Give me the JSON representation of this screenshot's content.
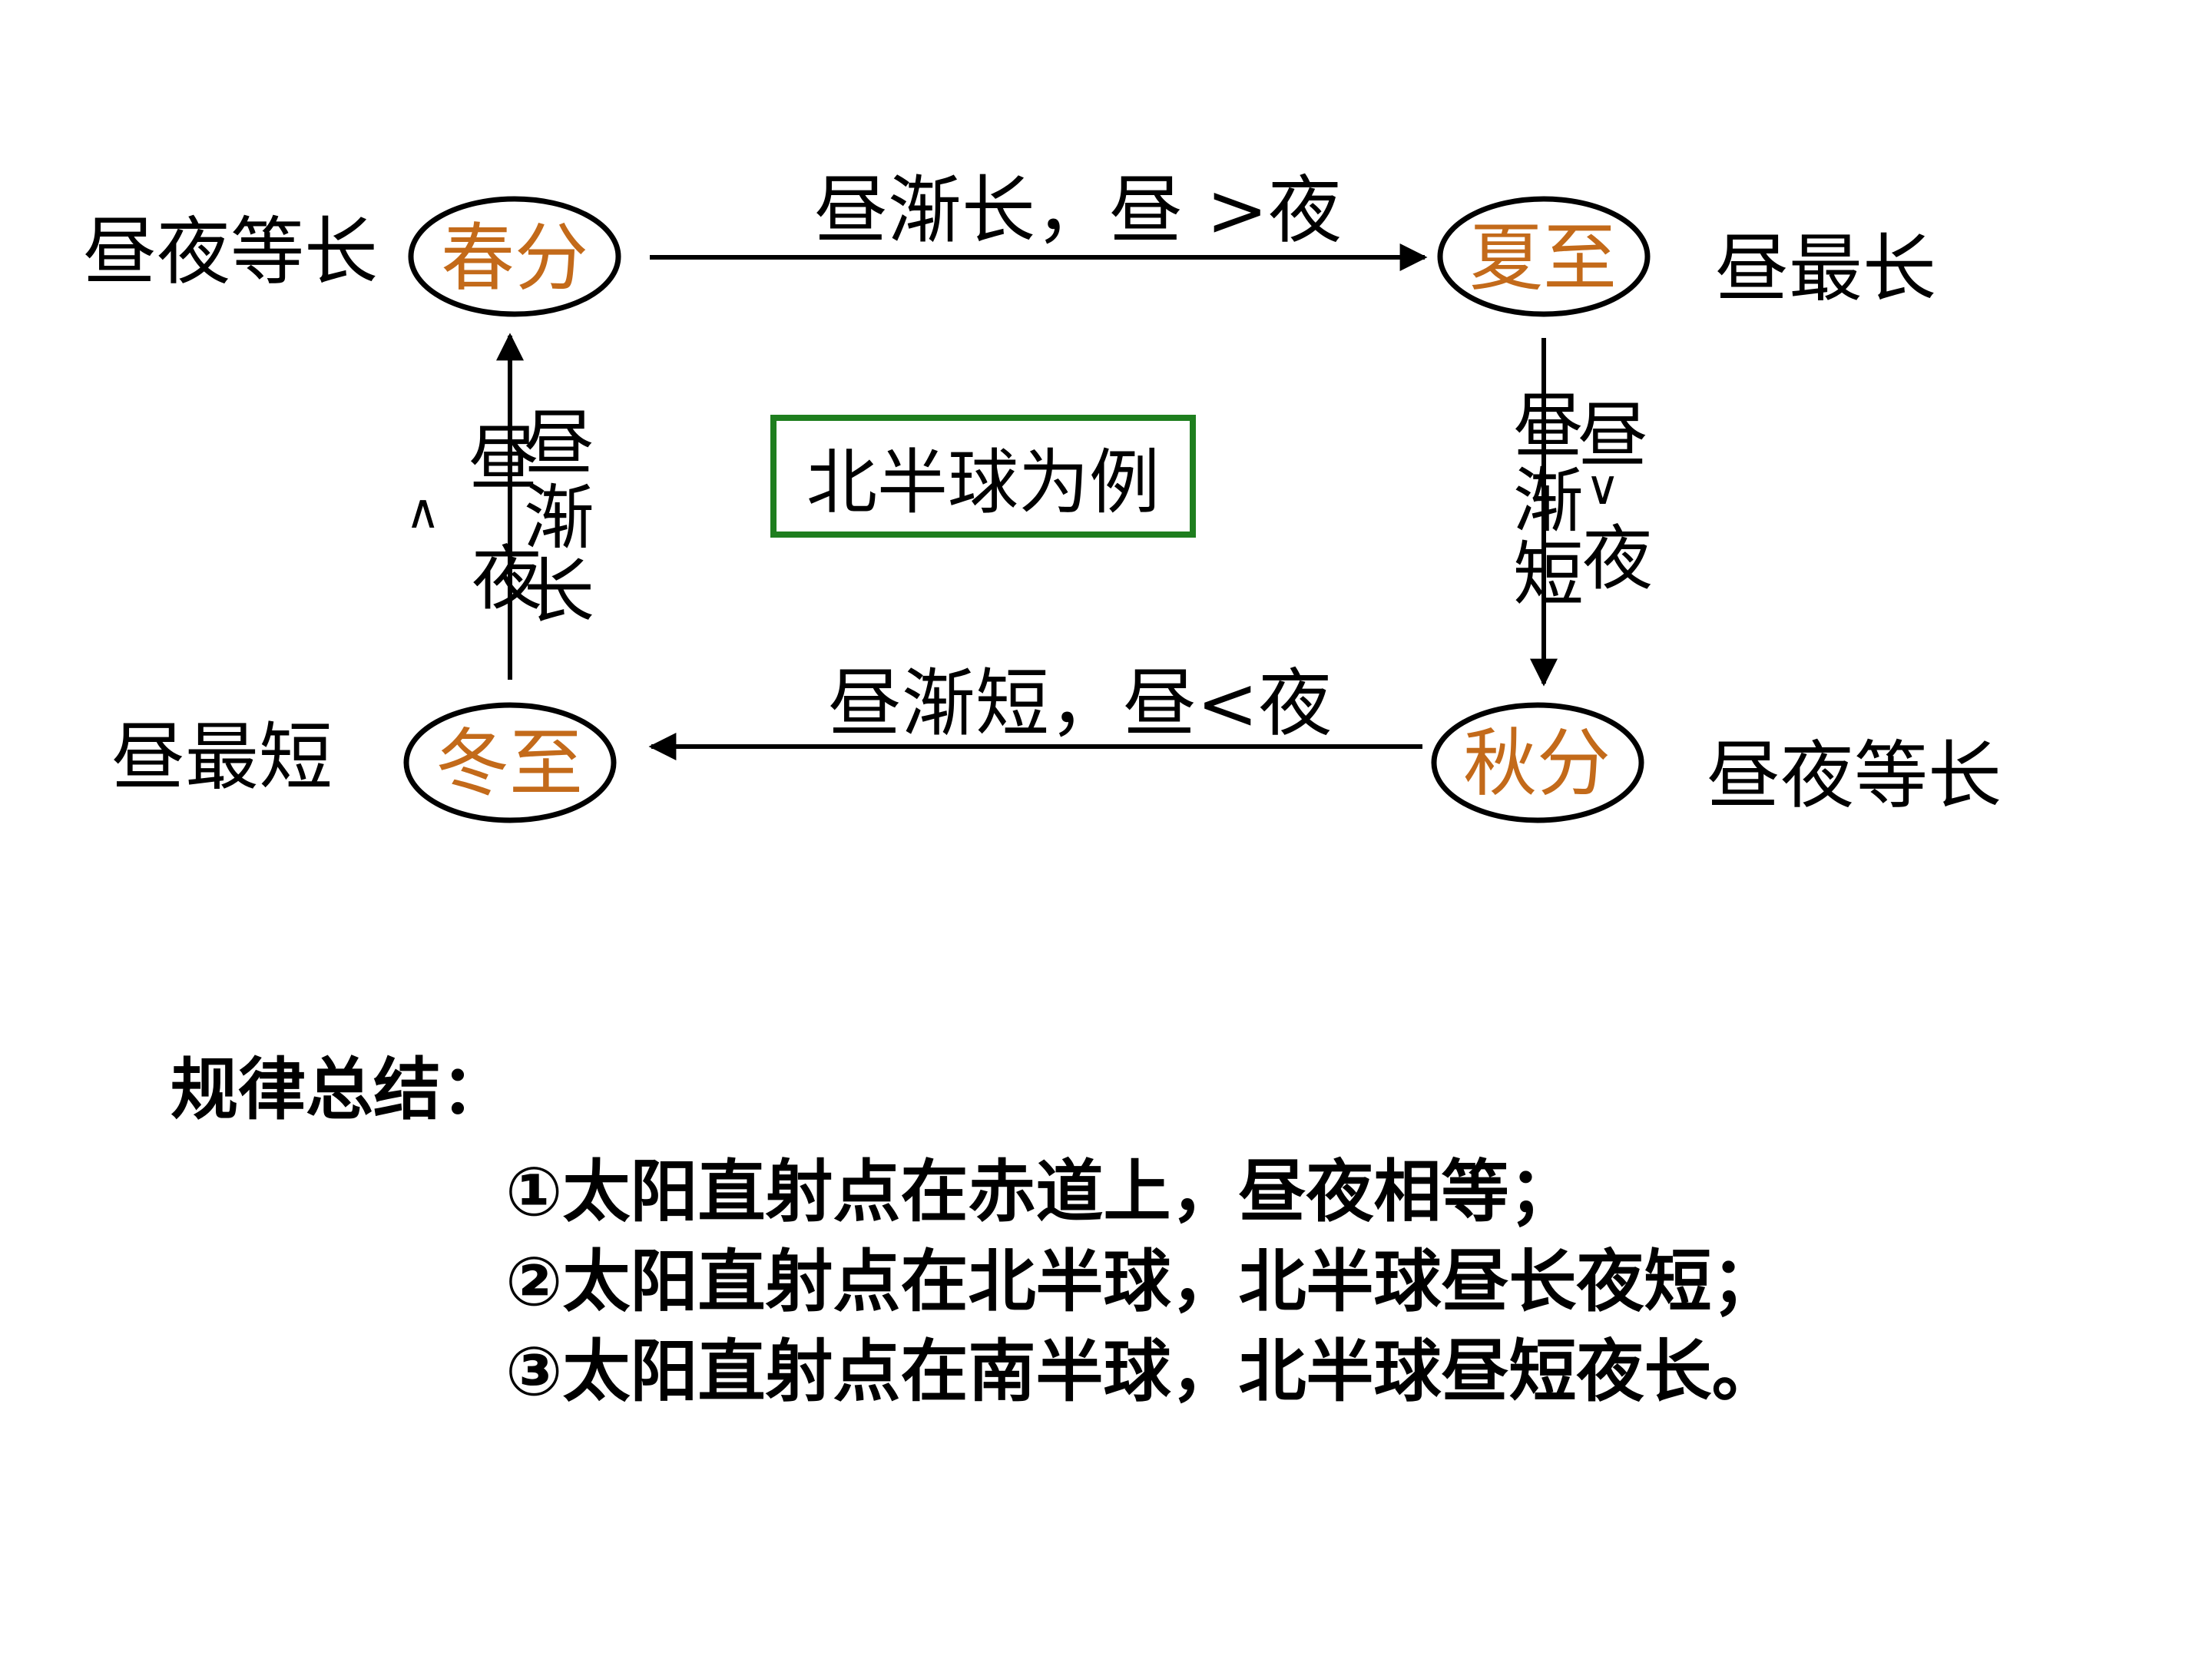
{
  "note": "北半球为例",
  "seasons": {
    "spring": "春分",
    "summer": "夏至",
    "autumn": "秋分",
    "winter": "冬至"
  },
  "conditions": {
    "spring": "昼夜等长",
    "summer": "昼最长",
    "autumn": "昼夜等长",
    "winter": "昼最短"
  },
  "transitions": {
    "spring_to_summer": "昼渐长，昼 >夜",
    "autumn_to_winter": "昼渐短，昼<夜",
    "winter_to_spring": {
      "trend": "昼渐长",
      "compare_left": "昼",
      "compare_symbol": "∧",
      "compare_right": "夜"
    },
    "summer_to_autumn": {
      "trend": "昼渐短",
      "compare_left": "昼",
      "compare_symbol": "∨",
      "compare_right": "夜"
    }
  },
  "summary": {
    "title": "规律总结：",
    "rules": [
      "①太阳直射点在赤道上，昼夜相等；",
      "②太阳直射点在北半球，北半球昼长夜短；",
      "③太阳直射点在南半球，北半球昼短夜长。"
    ]
  },
  "colors": {
    "season_text": "#c36a1a",
    "ellipse_stroke": "#000000",
    "note_border": "#1e7e1e"
  }
}
